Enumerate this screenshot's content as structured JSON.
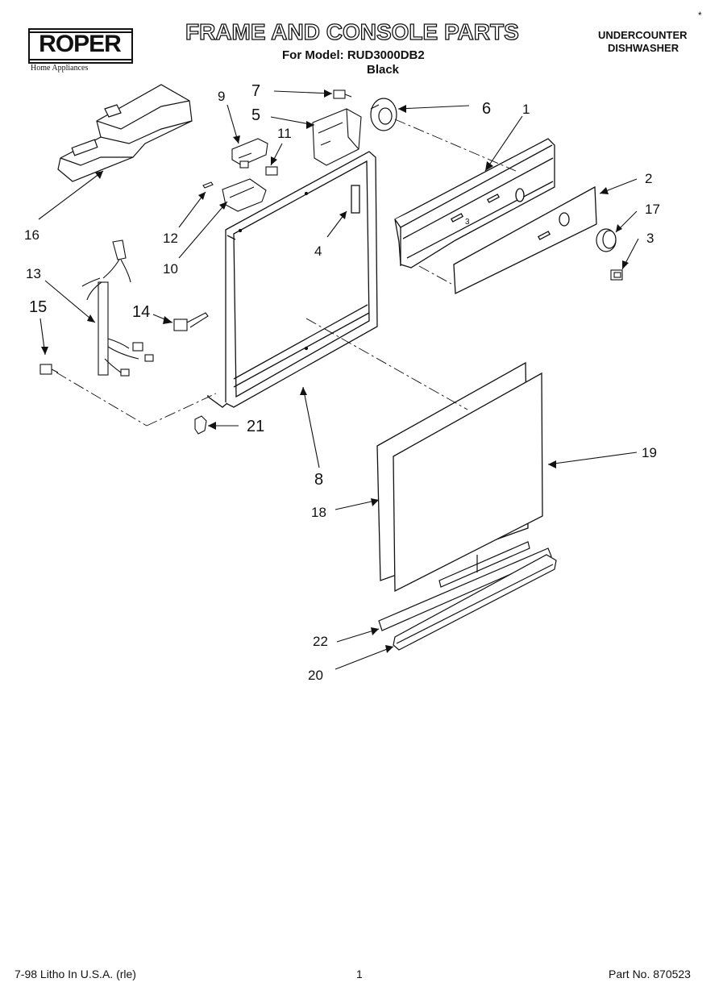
{
  "header": {
    "brand": "ROPER",
    "brand_sub": "Home Appliances",
    "title": "FRAME AND CONSOLE PARTS",
    "model_line": "For Model: RUD3000DB2",
    "color_line": "Black",
    "appliance_type_line1": "UNDERCOUNTER",
    "appliance_type_line2": "DISHWASHER",
    "corner_mark": "*"
  },
  "callouts": {
    "c1": "1",
    "c2": "2",
    "c3": "3",
    "c4": "4",
    "c5": "5",
    "c6": "6",
    "c7": "7",
    "c8": "8",
    "c9": "9",
    "c10": "10",
    "c11": "11",
    "c12": "12",
    "c13": "13",
    "c14": "14",
    "c15": "15",
    "c16": "16",
    "c17": "17",
    "c18": "18",
    "c19": "19",
    "c20": "20",
    "c21": "21",
    "c22": "22"
  },
  "panel_mark": "3",
  "footer": {
    "left": "7-98 Litho In U.S.A. (rle)",
    "page": "1",
    "part_no": "Part No. 870523"
  }
}
